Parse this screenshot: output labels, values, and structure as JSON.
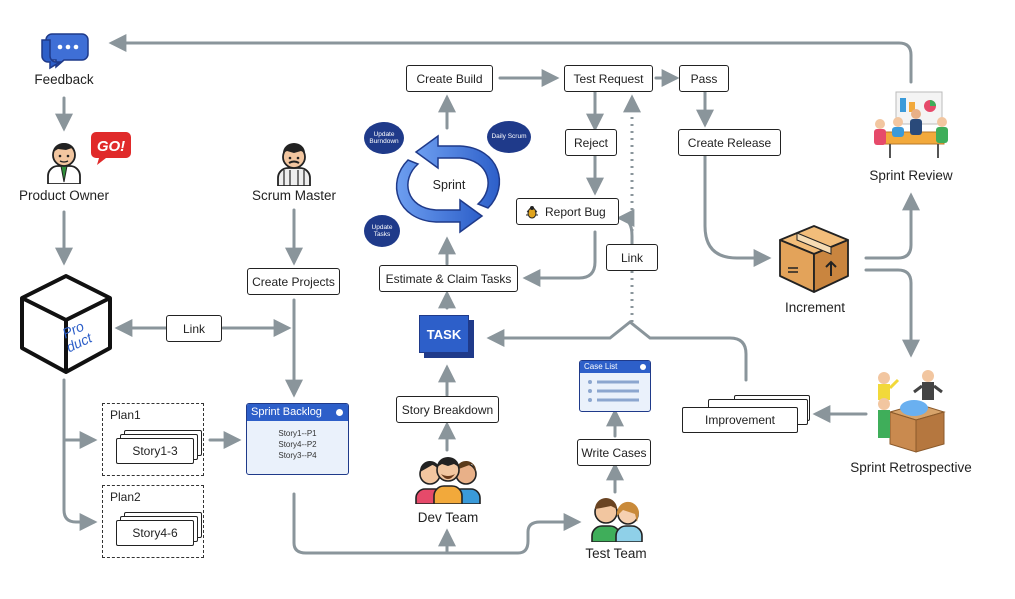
{
  "nodes": {
    "feedback": "Feedback",
    "product_owner": "Product Owner",
    "go_badge": "GO!",
    "scrum_master": "Scrum Master",
    "product": "Pro duct",
    "create_projects": "Create Projects",
    "link": "Link",
    "plan1": "Plan1",
    "story1_3": "Story1-3",
    "plan2": "Plan2",
    "story4_6": "Story4-6",
    "sprint_backlog": {
      "title": "Sprint Backlog",
      "items": [
        "Story1--P1",
        "Story4--P2",
        "Story3--P4"
      ]
    },
    "create_build": "Create Build",
    "test_request": "Test Request",
    "pass": "Pass",
    "reject": "Reject",
    "create_release": "Create Release",
    "report_bug": "Report Bug",
    "sprint_cycle": {
      "center": "Sprint",
      "bubbles": [
        "Update Burndown",
        "Daily Scrum",
        "Update Tasks"
      ]
    },
    "estimate_claim": "Estimate & Claim Tasks",
    "link2": "Link",
    "task": "TASK",
    "story_breakdown": "Story Breakdown",
    "dev_team": "Dev Team",
    "case_list": "Case List",
    "write_cases": "Write Cases",
    "test_team": "Test Team",
    "increment": "Increment",
    "sprint_review": "Sprint Review",
    "improvement": "Improvement",
    "sprint_retrospective": "Sprint Retrospective"
  },
  "colors": {
    "arrow": "#8a959b",
    "accent_blue": "#2d5fc9",
    "dark_blue": "#1f3a8a",
    "box_border": "#222222",
    "go_red": "#e02a2a",
    "box_brown": "#e3a35a"
  }
}
